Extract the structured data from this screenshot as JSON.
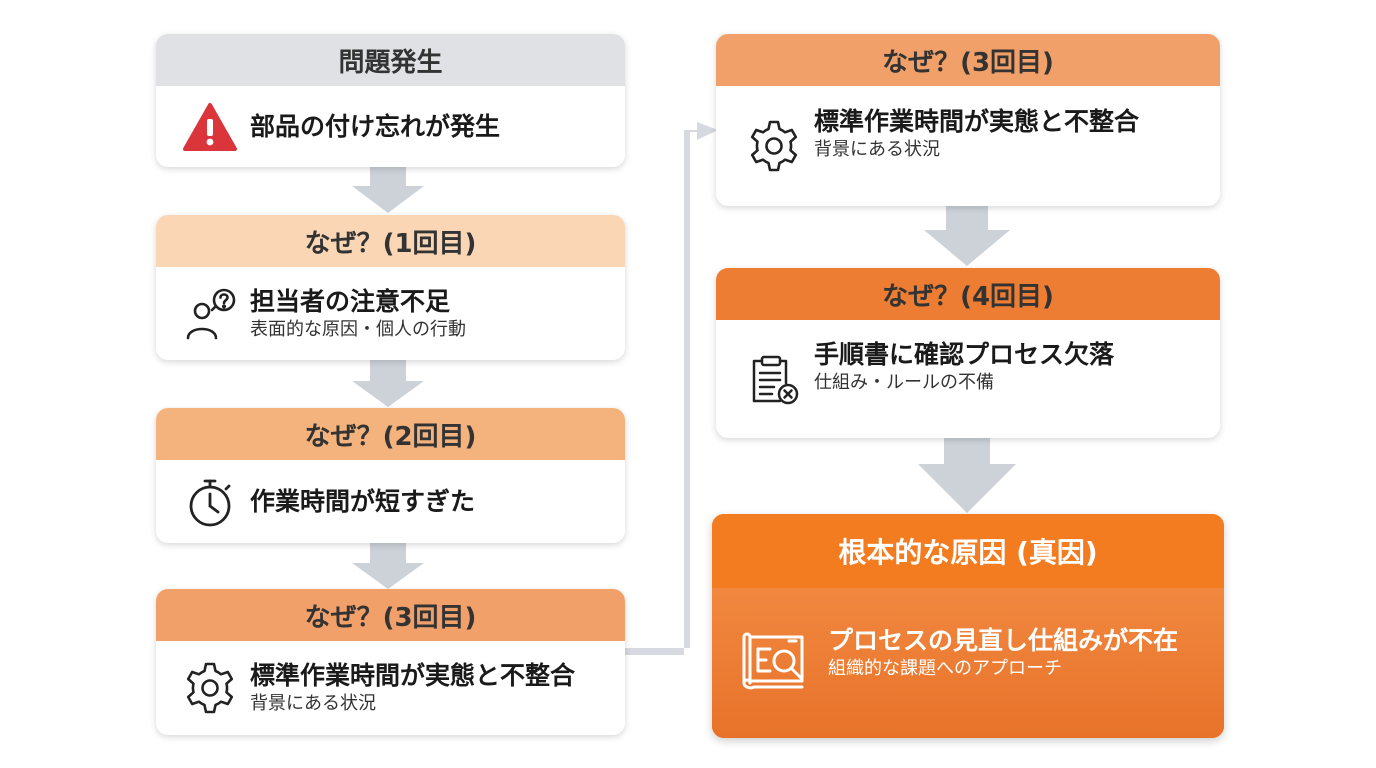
{
  "problem": {
    "header": "問題発生",
    "main": "部品の付け忘れが発生",
    "icon": "warning-icon"
  },
  "whys": [
    {
      "header": "なぜ？(1回目)",
      "main": "担当者の注意不足",
      "sub": "表面的な原因・個人の行動",
      "icon": "person-question-icon"
    },
    {
      "header": "なぜ？(2回目)",
      "main": "作業時間が短すぎた",
      "sub": "",
      "icon": "stopwatch-icon"
    },
    {
      "header": "なぜ？(3回目)",
      "main": "標準作業時間が実態と不整合",
      "sub": "背景にある状況",
      "icon": "gear-icon"
    },
    {
      "header": "なぜ？(3回目)",
      "main": "標準作業時間が実態と不整合",
      "sub": "背景にある状況",
      "icon": "gear-icon"
    },
    {
      "header": "なぜ？(4回目)",
      "main": "手順書に確認プロセス欠落",
      "sub": "仕組み・ルールの不備",
      "icon": "clipboard-x-icon"
    }
  ],
  "root_cause": {
    "header": "根本的な原因 (真因)",
    "main": "プロセスの見直し仕組みが不在",
    "sub": "組織的な課題へのアプローチ",
    "icon": "blueprint-magnifier-icon"
  },
  "colors": {
    "gray_header": "#dfe1e5",
    "why1_header": "#fad6b5",
    "why2_header": "#f4b27c",
    "why3_header": "#f2a06a",
    "why4_header": "#ec7d32",
    "root_header": "#f47c20",
    "arrow": "#cdd2d9"
  }
}
